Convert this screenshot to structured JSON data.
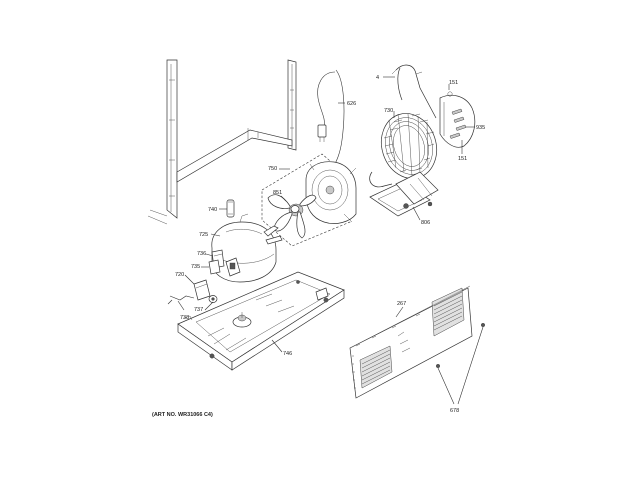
{
  "parts": [
    {
      "id": "cabinet-frame",
      "number": ""
    },
    {
      "id": "power-cord",
      "number": "626"
    },
    {
      "id": "condenser-strap",
      "number": "4"
    },
    {
      "id": "condenser-coil",
      "number": "730"
    },
    {
      "id": "fan-bracket",
      "number": "151"
    },
    {
      "id": "bracket-screw-upper",
      "number": "935"
    },
    {
      "id": "bracket-screw-lower",
      "number": "151"
    },
    {
      "id": "fan-shroud",
      "number": "750"
    },
    {
      "id": "fan-blade",
      "number": "851"
    },
    {
      "id": "drain-pan-bracket",
      "number": "806"
    },
    {
      "id": "start-device",
      "number": "740"
    },
    {
      "id": "compressor",
      "number": "725"
    },
    {
      "id": "overload-cover",
      "number": "736"
    },
    {
      "id": "relay",
      "number": "735"
    },
    {
      "id": "capacitor",
      "number": "720"
    },
    {
      "id": "harness-clip",
      "number": "737"
    },
    {
      "id": "wire-lead",
      "number": "738"
    },
    {
      "id": "machine-pan",
      "number": "746"
    },
    {
      "id": "access-cover",
      "number": "267"
    },
    {
      "id": "cover-screws",
      "number": "678"
    }
  ],
  "labels": {
    "p626": "626",
    "p4": "4",
    "p730": "730",
    "p151a": "151",
    "p935": "935",
    "p151b": "151",
    "p750": "750",
    "p851": "851",
    "p806": "806",
    "p740": "740",
    "p725": "725",
    "p736": "736",
    "p735": "735",
    "p720": "720",
    "p737": "737",
    "p738": "738",
    "p746": "746",
    "p267": "267",
    "p678": "678"
  },
  "art_number": "(ART NO. WR31066 C4)"
}
